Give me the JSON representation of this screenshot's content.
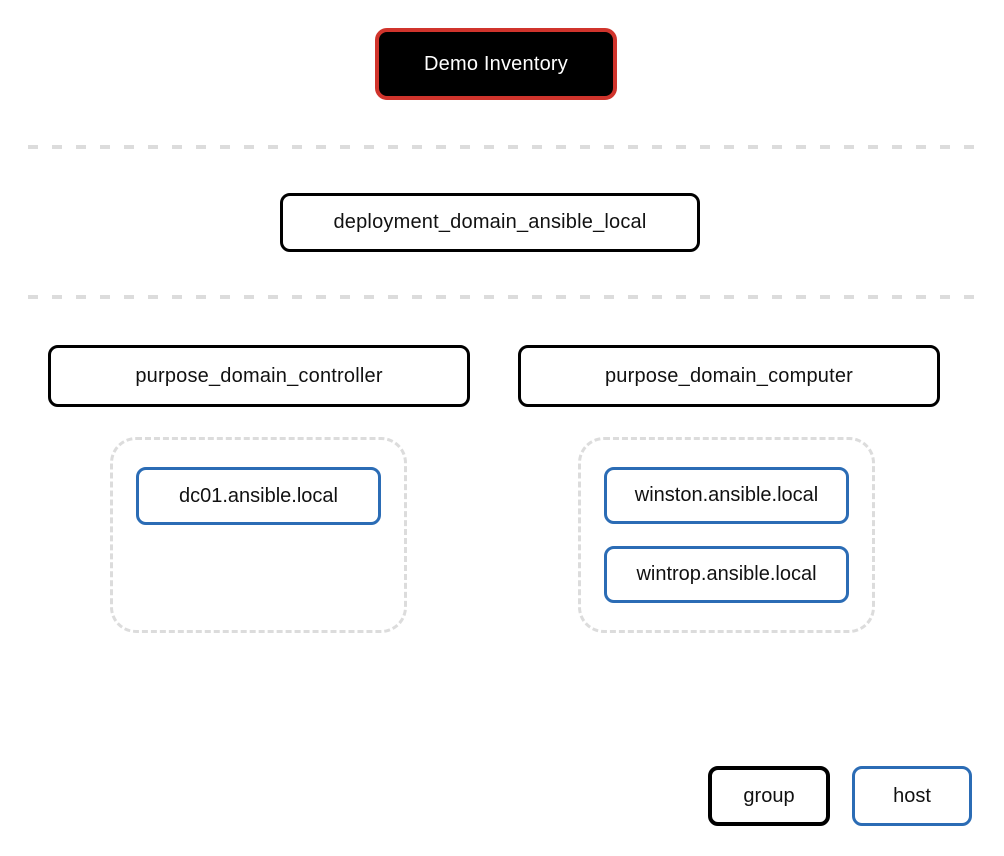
{
  "diagram": {
    "title": "Demo Inventory",
    "root": {
      "label": "Demo Inventory"
    },
    "deployment_group": {
      "label": "deployment_domain_ansible_local"
    },
    "groups": [
      {
        "label": "purpose_domain_controller",
        "hosts": [
          "dc01.ansible.local"
        ]
      },
      {
        "label": "purpose_domain_computer",
        "hosts": [
          "winston.ansible.local",
          "wintrop.ansible.local"
        ]
      }
    ],
    "legend": {
      "group_label": "group",
      "host_label": "host"
    },
    "colors": {
      "root_border": "#d0342c",
      "root_fill": "#000000",
      "root_text": "#ffffff",
      "group_border": "#000000",
      "host_border": "#2b6cb5",
      "cluster_dash": "#dcdcdc",
      "divider_dash": "#dcdcdc",
      "background": "#ffffff"
    }
  }
}
